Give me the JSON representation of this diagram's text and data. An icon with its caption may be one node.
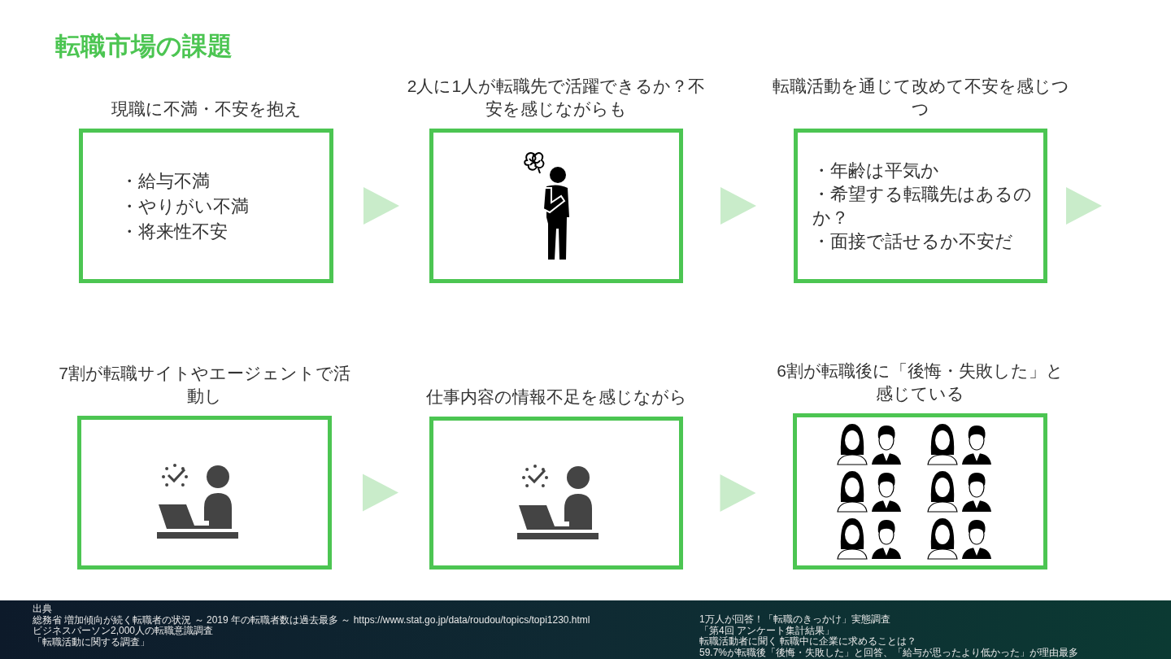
{
  "diagram": {
    "title": "転職市場の課題",
    "nodes": [
      {
        "text": [
          "現職に不満・不安を抱え",
          "・給与不満",
          "・やりがい不満",
          "・将来性不安"
        ]
      },
      {
        "text": [
          "2人に1人が転職先で活躍できるか？不安を感じながらも"
        ]
      },
      {
        "text": [
          "転職活動を通じて改めて不安を感じつつ",
          "・年齢は平気か",
          "・希望する転職先はあるのか？",
          "・面接で話せるか不安だ"
        ]
      },
      {
        "text": [
          "7割が転職サイトやエージェントで活動し"
        ]
      },
      {
        "text": [
          "仕事内容の情報不足を感じながら"
        ]
      },
      {
        "text": [
          "6割が転職後に「後悔・失敗した」と感じている"
        ]
      }
    ],
    "edges": [
      {
        "from": 0,
        "to": 1,
        "arrow": "to"
      },
      {
        "from": 1,
        "to": 2,
        "arrow": "to"
      },
      {
        "from": 2,
        "to": null,
        "arrow": "to"
      },
      {
        "from": 3,
        "to": 4,
        "arrow": "to"
      },
      {
        "from": 4,
        "to": 5,
        "arrow": "to"
      }
    ],
    "labels": [
      "出典",
      "総務省 増加傾向が続く転職者の状況 ～ 2019 年の転職者数は過去最多 ～ https://www.stat.go.jp/data/roudou/topics/topi1230.html",
      "ビジネスパーソン2,000人の転職意識調査",
      "「転職活動に関する調査」",
      "1万人が回答！「転職のきっかけ」実態調査",
      "「第4回 アンケート集計結果」",
      "転職活動者に聞く 転職中に企業に求めることは？",
      "59.7%が転職後「後悔・失敗した」と回答、「給与が思ったより低かった」が理由最多"
    ]
  }
}
